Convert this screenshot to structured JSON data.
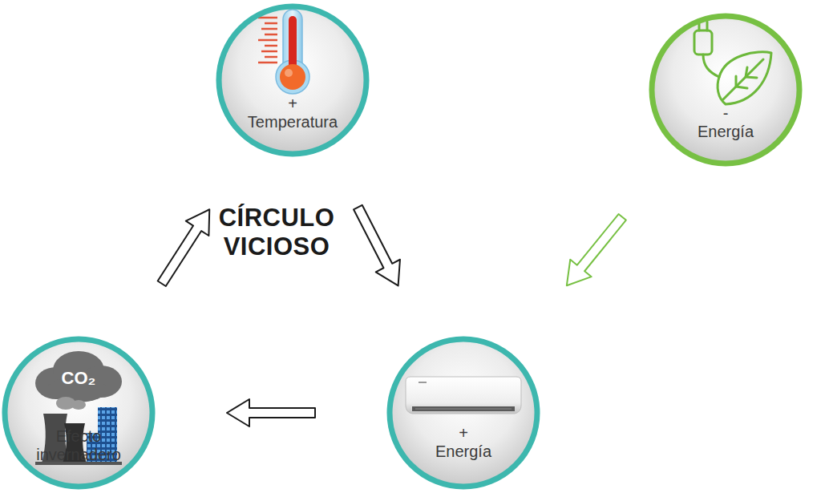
{
  "diagram": {
    "nodes": [
      {
        "text": [
          "+ Temperatura"
        ]
      },
      {
        "text": [
          "- Energía"
        ]
      },
      {
        "text": [
          "Efecto invernadero"
        ]
      },
      {
        "text": [
          "+ Energía"
        ]
      }
    ],
    "edges": [
      {
        "from": 2,
        "to": 0,
        "arrow": "to"
      },
      {
        "from": 0,
        "to": 3,
        "arrow": "to"
      },
      {
        "from": 3,
        "to": 2,
        "arrow": "to"
      },
      {
        "from": 1,
        "to": 3,
        "arrow": "to"
      }
    ],
    "labels": [
      "CÍRCULO VICIOSO",
      "CO₂"
    ]
  }
}
